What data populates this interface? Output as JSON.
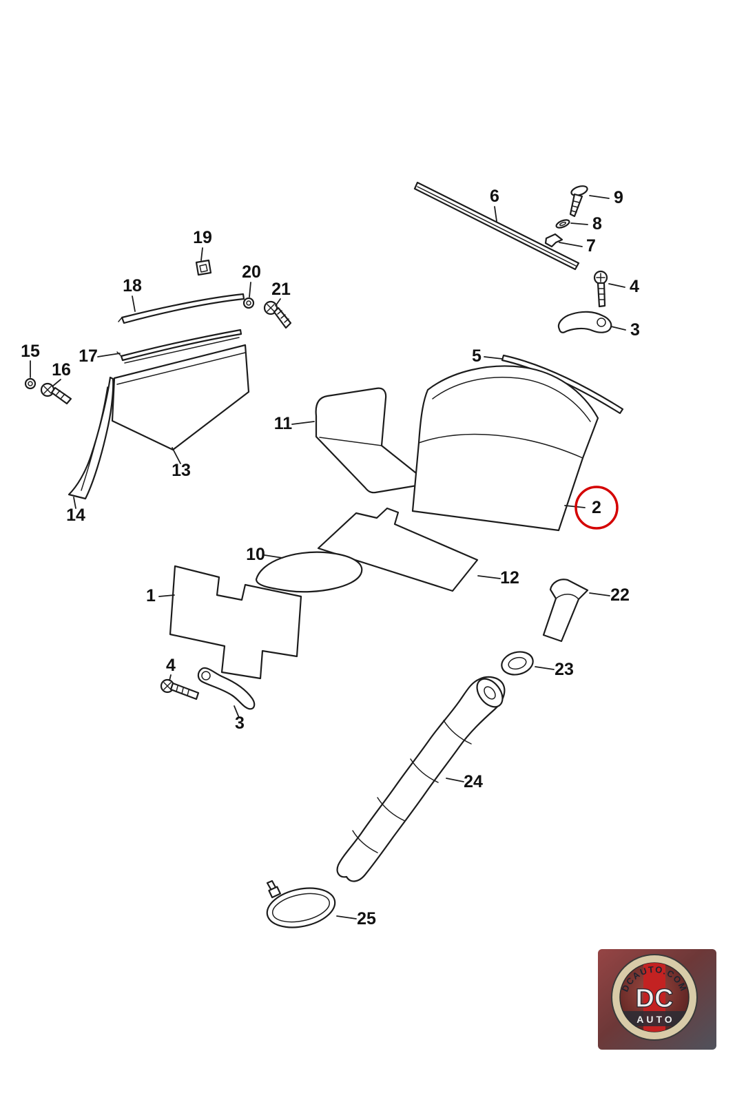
{
  "diagram": {
    "description": "Exploded parts diagram - interior trim, insulation mats and fittings",
    "line_color": "#1c1c1c",
    "highlight_color": "#d40000",
    "highlighted_part": "2"
  },
  "callouts": {
    "c1": {
      "label": "1"
    },
    "c2": {
      "label": "2"
    },
    "c3_top": {
      "label": "3"
    },
    "c3_bottom": {
      "label": "3"
    },
    "c4_top": {
      "label": "4"
    },
    "c4_bottom": {
      "label": "4"
    },
    "c5": {
      "label": "5"
    },
    "c6": {
      "label": "6"
    },
    "c7": {
      "label": "7"
    },
    "c8": {
      "label": "8"
    },
    "c9": {
      "label": "9"
    },
    "c10": {
      "label": "10"
    },
    "c11": {
      "label": "11"
    },
    "c12": {
      "label": "12"
    },
    "c13": {
      "label": "13"
    },
    "c14": {
      "label": "14"
    },
    "c15": {
      "label": "15"
    },
    "c16": {
      "label": "16"
    },
    "c17": {
      "label": "17"
    },
    "c18": {
      "label": "18"
    },
    "c19": {
      "label": "19"
    },
    "c20": {
      "label": "20"
    },
    "c21": {
      "label": "21"
    },
    "c22": {
      "label": "22"
    },
    "c23": {
      "label": "23"
    },
    "c24": {
      "label": "24"
    },
    "c25": {
      "label": "25"
    }
  },
  "watermark": {
    "site": "DCAUTO.COM",
    "brand": "DC",
    "brand_sub": "AUTO"
  }
}
